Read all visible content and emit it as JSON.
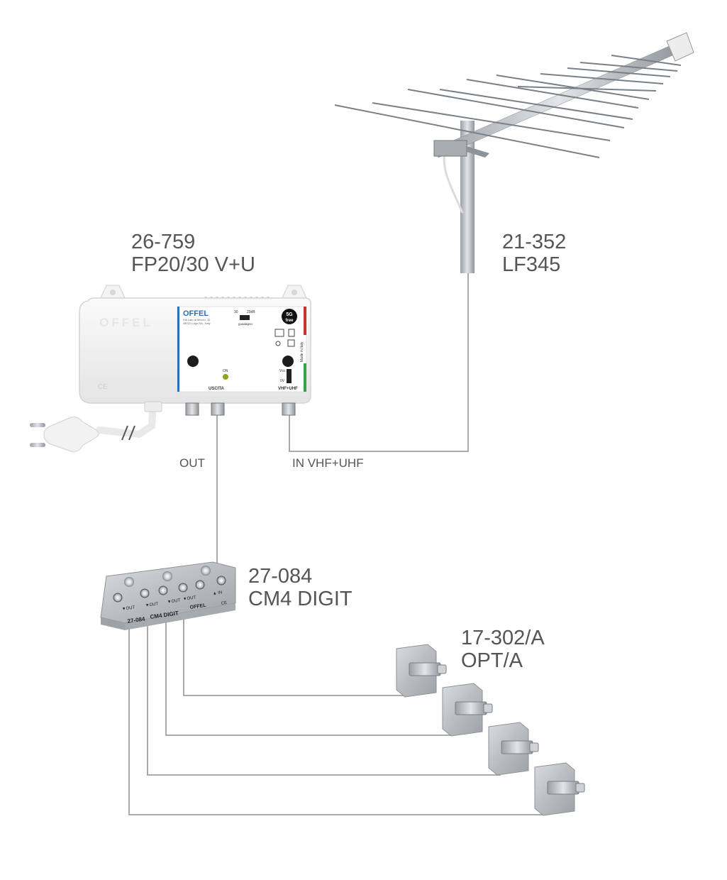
{
  "components": {
    "amplifier": {
      "code": "26-759",
      "model": "FP20/30 V+U",
      "brand": "OFFEL",
      "address_line1": "Via Lato di Mezzo, 32",
      "address_line2": "48022 Lugo RA - Italy",
      "gain_left": "30",
      "gain_right": "20dB",
      "gain_word": "guadagno",
      "badge_top": "5G",
      "badge_bottom": "free",
      "made_in": "Made in Italy",
      "on_label": "ON",
      "vcc_label": "Vcc",
      "v0_label": "0V",
      "uscita_label": "USCITA",
      "input_label": "VHF+UHF",
      "ce_mark": "CE"
    },
    "antenna": {
      "code": "21-352",
      "model": "LF345"
    },
    "splitter": {
      "code": "27-084",
      "model": "CM4 DIGIT",
      "body_code": "27-084",
      "body_model": "CM4 DIGIT",
      "out_label": "▼OUT",
      "in_label": "▲ IN",
      "brand": "OFFEL",
      "ce_mark": "CE"
    },
    "outlet": {
      "code": "17-302/A",
      "model": "OPT/A"
    }
  },
  "connections": {
    "out_label": "OUT",
    "in_label": "IN VHF+UHF"
  },
  "colors": {
    "label": "#555555",
    "cable": "#aaaaaa",
    "device_body": "#f2f2f2",
    "brand_blue": "#2f6db5",
    "stripe_red": "#c0392b",
    "stripe_green": "#3aa144",
    "metal": "#b8bcc0"
  }
}
